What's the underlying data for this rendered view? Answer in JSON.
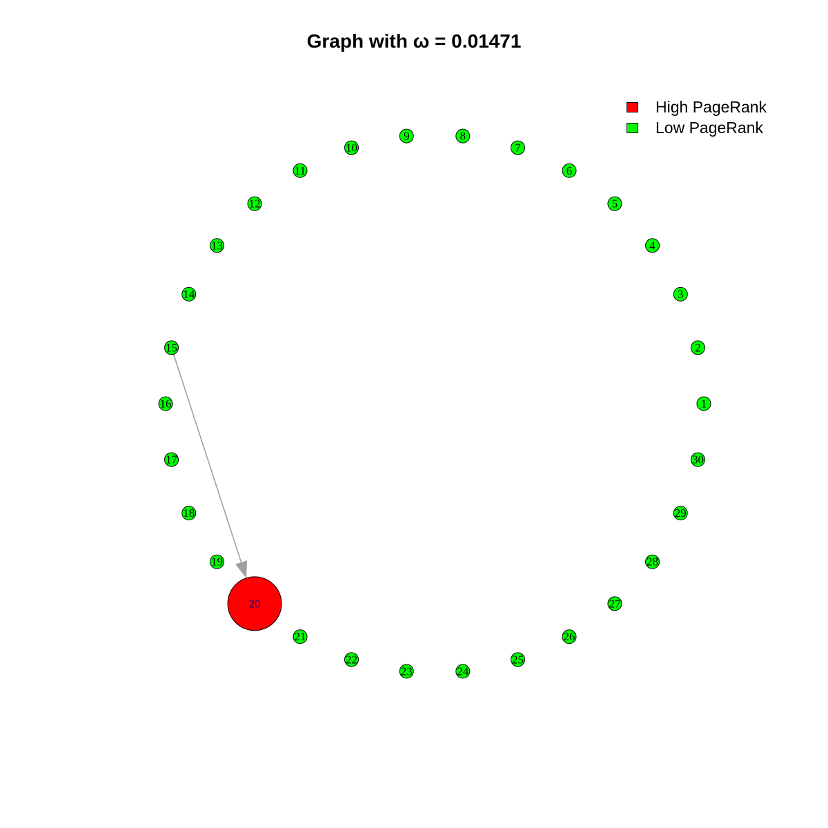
{
  "title": "Graph with ω = 0.01471",
  "legend": [
    {
      "label": "High PageRank",
      "color": "#ff0000"
    },
    {
      "label": "Low PageRank",
      "color": "#00ff00"
    }
  ],
  "colors": {
    "high": "#ff0000",
    "low": "#00ff00",
    "edge": "#a0a0a0",
    "high_label": "#00008b"
  },
  "nodes": [
    {
      "id": "1",
      "rank": "low"
    },
    {
      "id": "2",
      "rank": "low"
    },
    {
      "id": "3",
      "rank": "low"
    },
    {
      "id": "4",
      "rank": "low"
    },
    {
      "id": "5",
      "rank": "low"
    },
    {
      "id": "6",
      "rank": "low"
    },
    {
      "id": "7",
      "rank": "low"
    },
    {
      "id": "8",
      "rank": "low"
    },
    {
      "id": "9",
      "rank": "low"
    },
    {
      "id": "10",
      "rank": "low"
    },
    {
      "id": "11",
      "rank": "low"
    },
    {
      "id": "12",
      "rank": "low"
    },
    {
      "id": "13",
      "rank": "low"
    },
    {
      "id": "14",
      "rank": "low"
    },
    {
      "id": "15",
      "rank": "low"
    },
    {
      "id": "16",
      "rank": "low"
    },
    {
      "id": "17",
      "rank": "low"
    },
    {
      "id": "18",
      "rank": "low"
    },
    {
      "id": "19",
      "rank": "low"
    },
    {
      "id": "20",
      "rank": "high"
    },
    {
      "id": "21",
      "rank": "low"
    },
    {
      "id": "22",
      "rank": "low"
    },
    {
      "id": "23",
      "rank": "low"
    },
    {
      "id": "24",
      "rank": "low"
    },
    {
      "id": "25",
      "rank": "low"
    },
    {
      "id": "26",
      "rank": "low"
    },
    {
      "id": "27",
      "rank": "low"
    },
    {
      "id": "28",
      "rank": "low"
    },
    {
      "id": "29",
      "rank": "low"
    },
    {
      "id": "30",
      "rank": "low"
    }
  ],
  "edges": [
    {
      "from": "15",
      "to": "20"
    }
  ]
}
